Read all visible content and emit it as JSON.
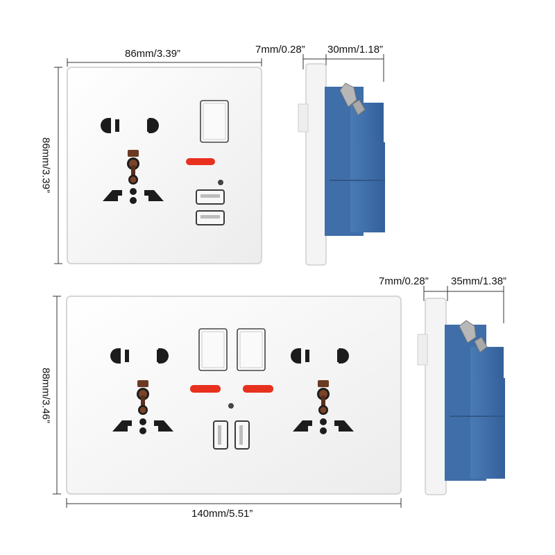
{
  "dimensions": {
    "single_width": "86mm/3.39”",
    "single_height": "86mm/3.39”",
    "single_plate_depth": "7mm/0.28”",
    "single_body_depth": "30mm/1.18”",
    "double_plate_depth": "7mm/0.28”",
    "double_body_depth": "35mm/1.38”",
    "double_height": "88mm/3.46”",
    "double_width": "140mm/5.51”"
  },
  "colors": {
    "plate": "#f4f4f4",
    "plate_edge": "#d6d6d6",
    "socket_hole": "#1c1c1c",
    "brass": "#6b3a22",
    "indicator": "#e8301f",
    "module_blue": "#3f6ea8",
    "module_blue_dark": "#2f5788",
    "dim_line": "#333333"
  }
}
